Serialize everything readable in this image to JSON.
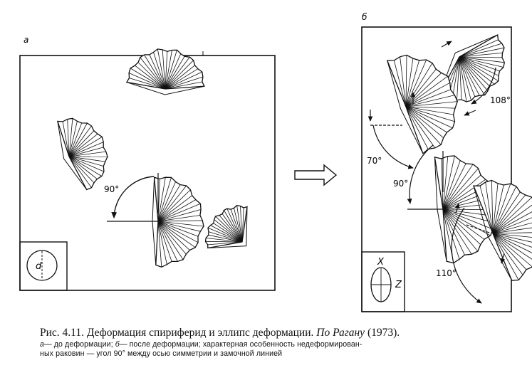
{
  "figure": {
    "panel_a": {
      "letter": "а",
      "angle_label": "90°",
      "ellipse_label": "d"
    },
    "panel_b": {
      "letter": "б",
      "angle_labels": [
        "108°",
        "70°",
        "90°",
        "110°"
      ],
      "axis_x": "X",
      "axis_z": "Z"
    },
    "arrow": "right-arrow"
  },
  "caption": {
    "title_start": "Рис. 4.11. Деформация спириферид и эллипс деформации.",
    "title_ref": "По Рагану",
    "title_year": "(1973).",
    "line2_a": "а",
    "line2_a_text": "— до  деформации;",
    "line2_b": "б",
    "line2_b_text": "— после  деформации;  характерная  особенность  недеформирован-",
    "line3": "ных раковин — угол 90° между осью симметрии и замочной линией"
  }
}
